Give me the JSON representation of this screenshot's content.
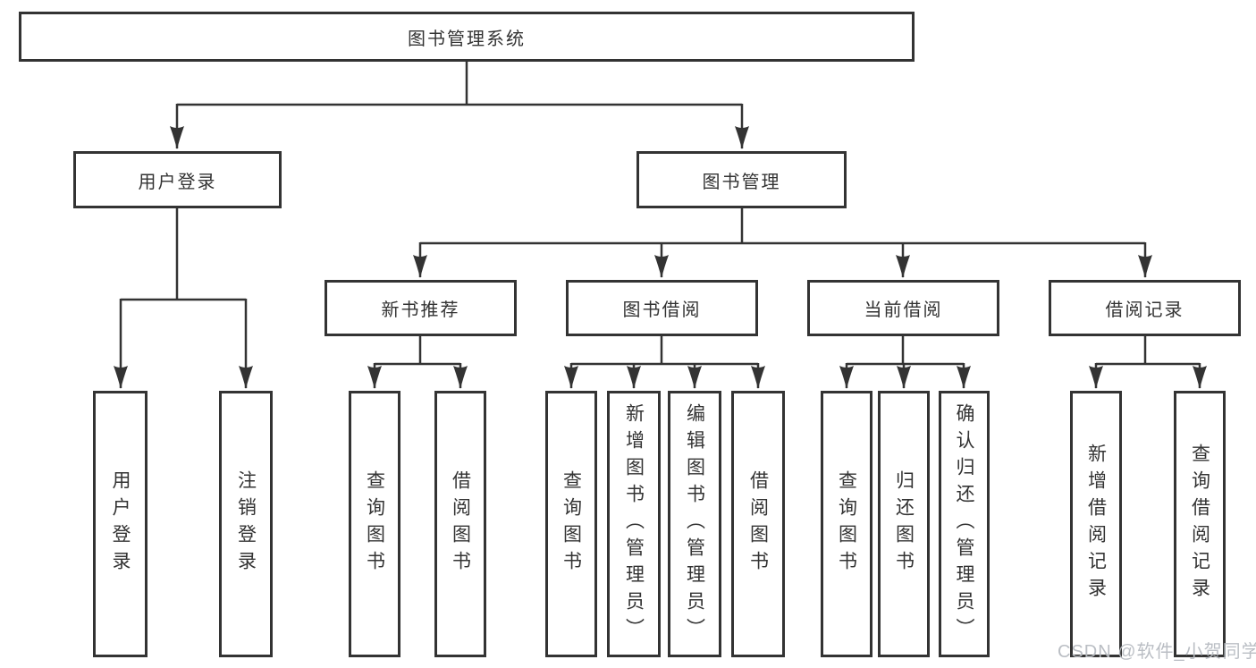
{
  "tree": {
    "root": {
      "label": "图书管理系统"
    },
    "branches": [
      {
        "label": "用户登录",
        "children": [
          {
            "label": "用户登录"
          },
          {
            "label": "注销登录"
          }
        ]
      },
      {
        "label": "图书管理",
        "children": [
          {
            "label": "新书推荐",
            "children": [
              {
                "label": "查询图书"
              },
              {
                "label": "借阅图书"
              }
            ]
          },
          {
            "label": "图书借阅",
            "children": [
              {
                "label": "查询图书"
              },
              {
                "label": "新增图书（管理员）"
              },
              {
                "label": "编辑图书（管理员）"
              },
              {
                "label": "借阅图书"
              }
            ]
          },
          {
            "label": "当前借阅",
            "children": [
              {
                "label": "查询图书"
              },
              {
                "label": "归还图书"
              },
              {
                "label": "确认归还（管理员）"
              }
            ]
          },
          {
            "label": "借阅记录",
            "children": [
              {
                "label": "新增借阅记录"
              },
              {
                "label": "查询借阅记录"
              }
            ]
          }
        ]
      }
    ]
  },
  "watermark": {
    "text": "CSDN @软件_小贺同学"
  },
  "colors": {
    "line": "#333333",
    "text": "#333333",
    "watermark": "#b7bbc1",
    "background": "#ffffff"
  }
}
